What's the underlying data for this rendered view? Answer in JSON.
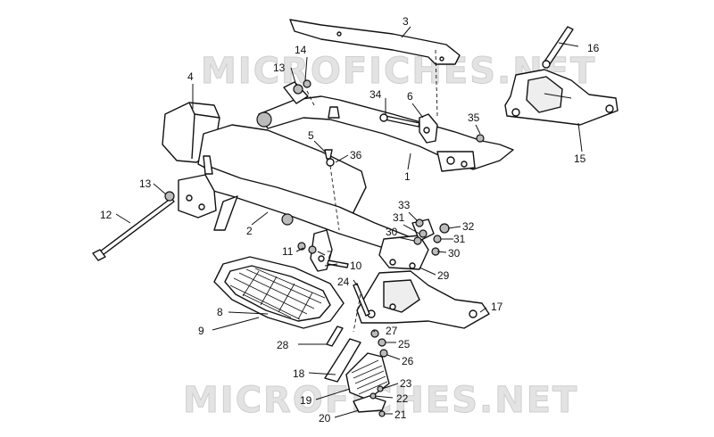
{
  "watermark": {
    "top": "MICROFICHES.NET",
    "bottom": "MICROFICHES.NET"
  },
  "callouts": {
    "c1": "1",
    "c2": "2",
    "c3": "3",
    "c4": "4",
    "c5": "5",
    "c6": "6",
    "c7": "7",
    "c8": "8",
    "c9": "9",
    "c10": "10",
    "c11": "11",
    "c12": "12",
    "c13a": "13",
    "c13b": "13",
    "c14": "14",
    "c15": "15",
    "c16": "16",
    "c17": "17",
    "c18": "18",
    "c19": "19",
    "c20": "20",
    "c21": "21",
    "c22": "22",
    "c23": "23",
    "c24": "24",
    "c25": "25",
    "c26": "26",
    "c27": "27",
    "c28": "28",
    "c29": "29",
    "c30a": "30",
    "c30b": "30",
    "c31a": "31",
    "c31b": "31",
    "c32": "32",
    "c33": "33",
    "c34": "34",
    "c35": "35",
    "c36": "36"
  },
  "colors": {
    "line": "#111111",
    "watermark": "#e3e3e3"
  }
}
